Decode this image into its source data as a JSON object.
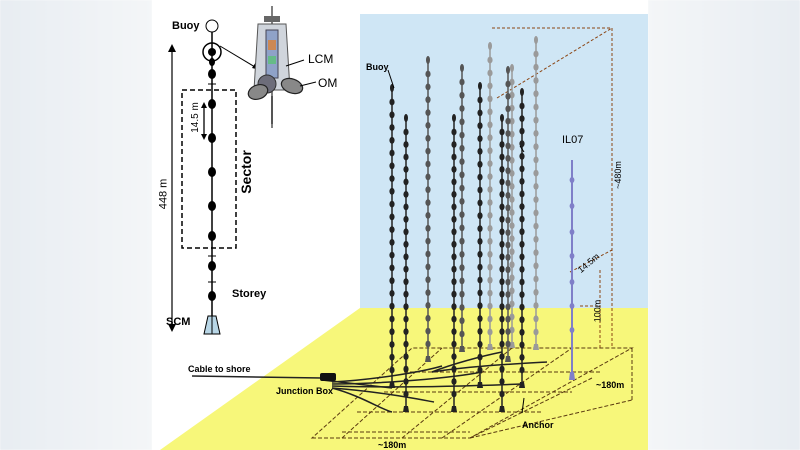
{
  "labels": {
    "buoy_left": "Buoy",
    "lcm": "LCM",
    "om": "OM",
    "height_448": "448 m",
    "spacing_14_5": "14.5 m",
    "sector": "Sector",
    "storey": "Storey",
    "scm": "SCM",
    "buoy_right": "Buoy",
    "il07": "IL07",
    "height_480": "~480m",
    "spacing_14_5_right": "14.5m",
    "height_100": "100m",
    "cable_to_shore": "Cable to shore",
    "junction_box": "Junction Box",
    "anchor": "Anchor",
    "width_180_bottom": "~180m",
    "width_180_right": "~180m"
  },
  "colors": {
    "sky": "#cfe6f5",
    "seabed": "#f7f77a",
    "string_dark": "#222222",
    "string_mid": "#555555",
    "string_light": "#9a9a9a",
    "il07": "#7f7fc8",
    "dim_line": "#8b4513"
  }
}
